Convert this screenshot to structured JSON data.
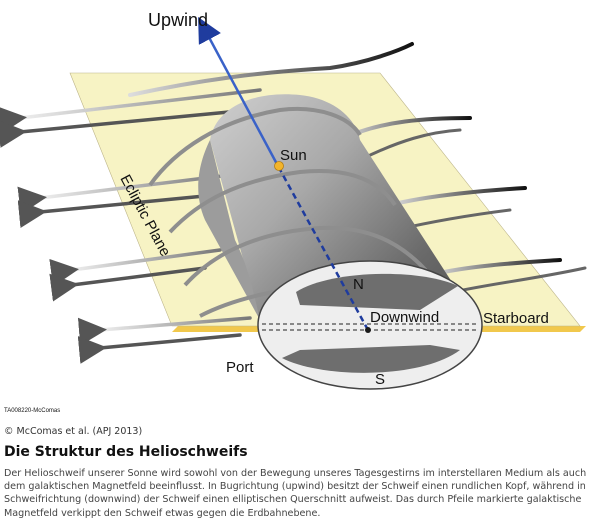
{
  "figure": {
    "labels": {
      "upwind": "Upwind",
      "sun": "Sun",
      "ecliptic_plane": "Ecliptic Plane",
      "north": "N",
      "south": "S",
      "downwind": "Downwind",
      "starboard": "Starboard",
      "port": "Port",
      "image_id": "TA008220-McComas"
    },
    "colors": {
      "plane": "#f7f3c4",
      "plane_edge": "#f1c84c",
      "axis": "#3a62c8",
      "sun": "#f3b42a",
      "tail_dark": "#4a4a4a",
      "tail_light": "#dcdcdc"
    }
  },
  "caption": {
    "credit": "© McComas et al. (APJ 2013)",
    "title": "Die Struktur des Helioschweifs",
    "text": "Der Helioschweif unserer Sonne wird sowohl von der Bewegung unseres Tagesgestirns im interstellaren Medium als auch dem galaktischen Magnetfeld beeinflusst. In Bugrichtung (upwind) besitzt der Schweif einen rundlichen Kopf, während in Schweifrichtung (downwind) der Schweif einen elliptischen Querschnitt aufweist. Das durch Pfeile markierte galaktische Magnetfeld verkippt den Schweif etwas gegen die Erdbahnebene."
  }
}
